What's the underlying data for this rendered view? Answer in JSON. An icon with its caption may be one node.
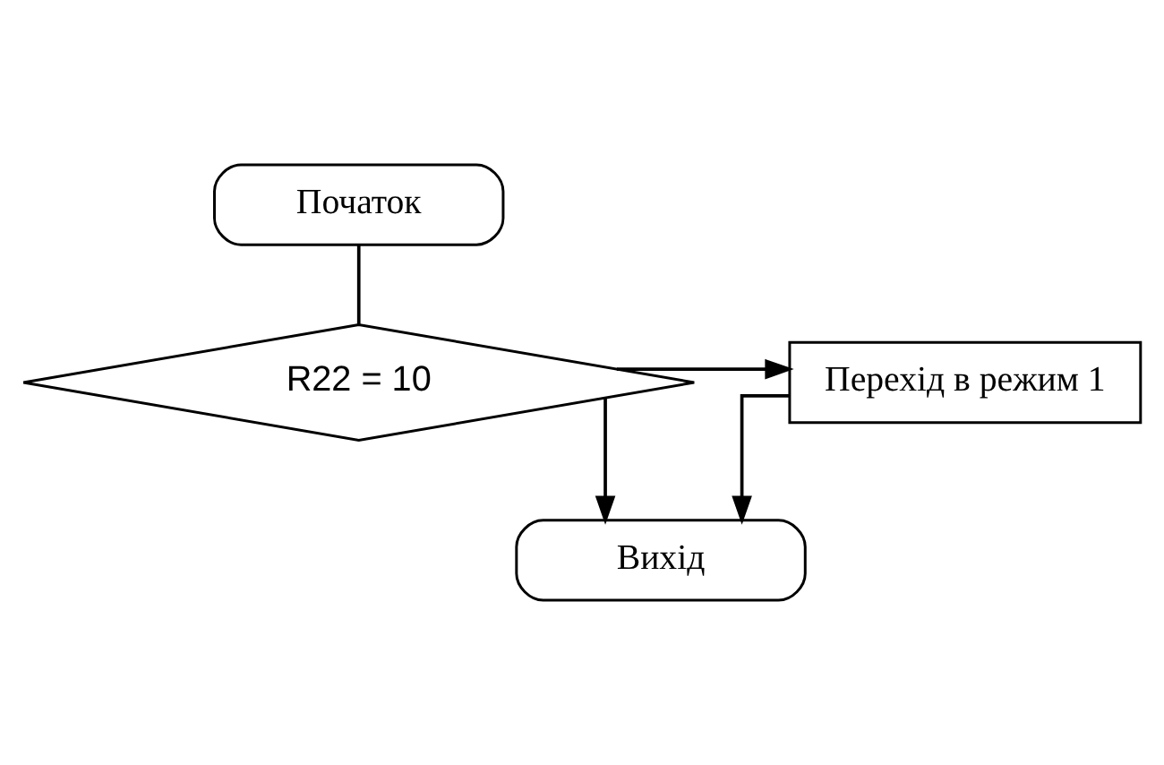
{
  "diagram": {
    "nodes": [
      {
        "text": [
          "Початок"
        ]
      },
      {
        "text": [
          "R22 = 10"
        ]
      },
      {
        "text": [
          "Перехід в режим 1"
        ]
      },
      {
        "text": [
          "Вихід"
        ]
      }
    ],
    "edges": [
      {
        "from": 0,
        "to": 1,
        "arrow": "none"
      },
      {
        "from": 1,
        "to": 2,
        "arrow": "to"
      },
      {
        "from": 1,
        "to": 3,
        "arrow": "to"
      },
      {
        "from": 2,
        "to": 3,
        "arrow": "to"
      }
    ]
  }
}
